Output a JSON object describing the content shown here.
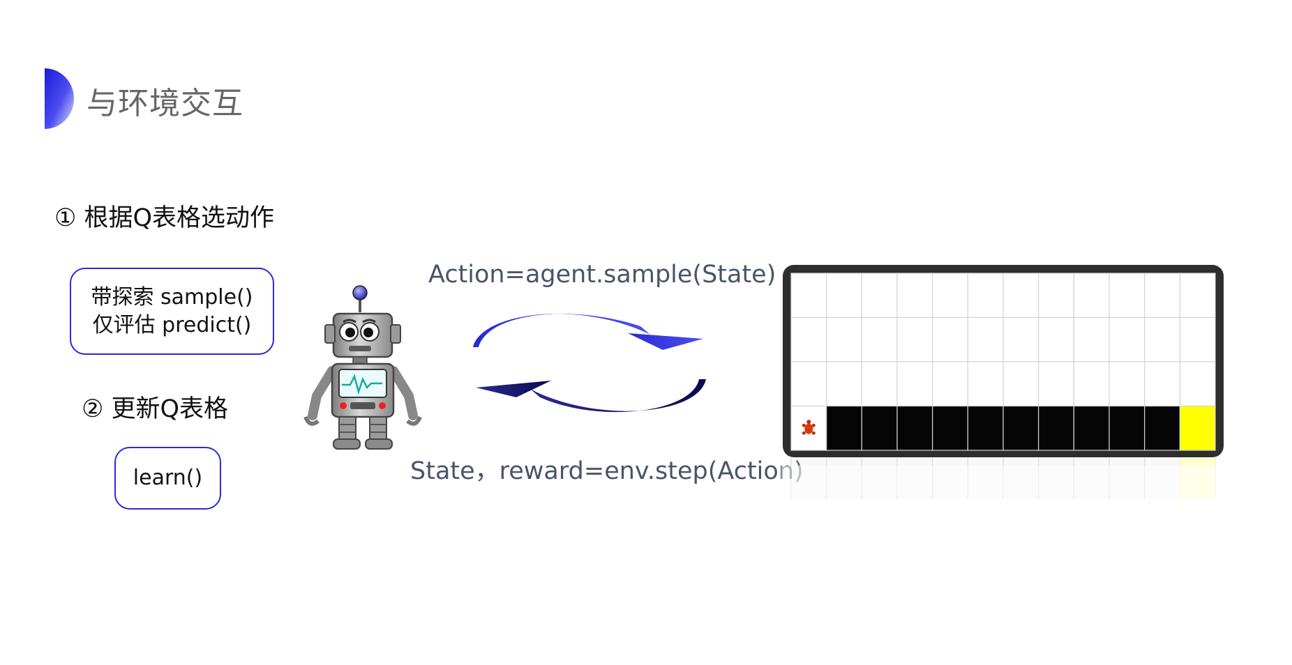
{
  "slide": {
    "title": "与环境交互",
    "accent_color": "#2b2be0"
  },
  "steps": {
    "step1_label": "① 根据Q表格选动作",
    "step2_label": "② 更新Q表格"
  },
  "methods": {
    "explore_label": "带探索 sample()",
    "evaluate_label": "仅评估 predict()",
    "learn_label": "learn()"
  },
  "formulas": {
    "action": "Action=agent.sample(State)",
    "state_reward": "State，reward=env.step(Action)"
  },
  "environment": {
    "rows": 4,
    "cols": 12,
    "cliff_color": "#050505",
    "goal_color": "#ffff00",
    "agent_icon": "turtle-icon"
  }
}
